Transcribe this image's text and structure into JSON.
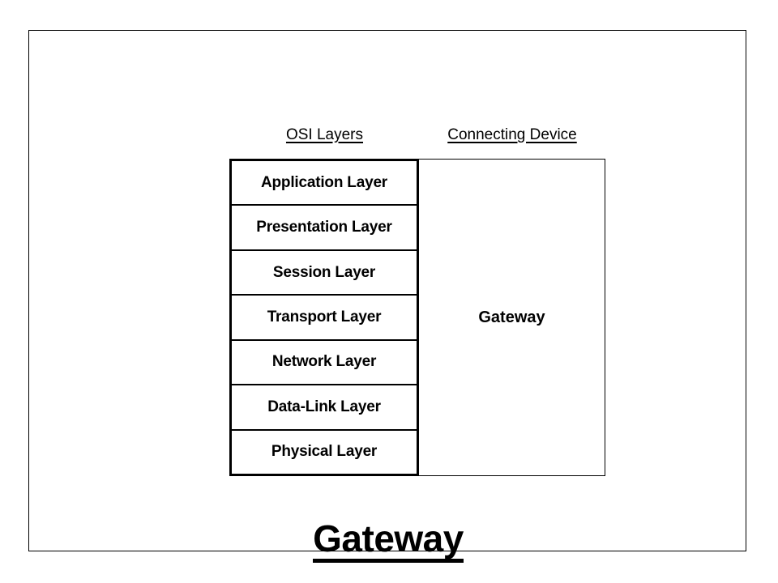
{
  "slide": {
    "headers": {
      "left": "OSI Layers",
      "right": "Connecting Device"
    },
    "osi_layers": [
      "Application Layer",
      "Presentation Layer",
      "Session Layer",
      "Transport Layer",
      "Network Layer",
      "Data-Link Layer",
      "Physical Layer"
    ],
    "connecting_device": "Gateway",
    "title": "Gateway",
    "colors": {
      "border": "#000000",
      "text": "#000000",
      "background": "#ffffff"
    }
  }
}
